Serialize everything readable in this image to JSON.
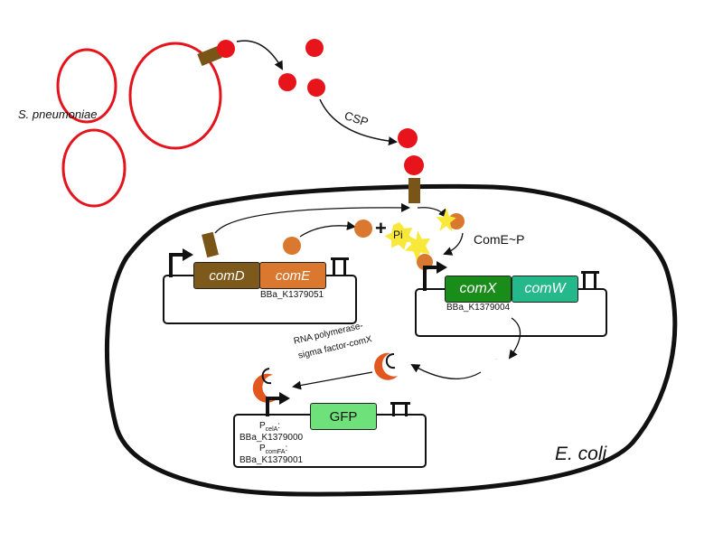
{
  "labels": {
    "s_pneumoniae": "S. pneumoniae",
    "csp": "CSP",
    "pi": "Pi",
    "plus": "+",
    "come_p": "ComE~P",
    "rnap_line1": "RNA polymerase-",
    "rnap_line2": "sigma factor-comX",
    "e_coli": "E. coli"
  },
  "plasmid1": {
    "genes": [
      "comD",
      "comE"
    ],
    "part_id": "BBa_K1379051"
  },
  "plasmid2": {
    "genes": [
      "comX",
      "comW"
    ],
    "part_id": "BBa_K1379004"
  },
  "plasmid3": {
    "gene": "GFP",
    "promoter1_name": "P",
    "promoter1_sub": "celA",
    "promoter1_id": "BBa_K1379000",
    "promoter2_name": "P",
    "promoter2_sub": "comFA",
    "promoter2_id": "BBa_K1379001"
  },
  "colors": {
    "csp_red": "#e8141c",
    "membrane_red": "#e3141c",
    "receptor_brown": "#7a5518",
    "come_orange": "#d9782e",
    "comd_brown": "#7d5a1c",
    "comx_green": "#1a8c1a",
    "comw_teal": "#25b88a",
    "gfp_green": "#6ee17a",
    "pi_yellow": "#f8e83a",
    "rnap_orange": "#e2571e"
  }
}
